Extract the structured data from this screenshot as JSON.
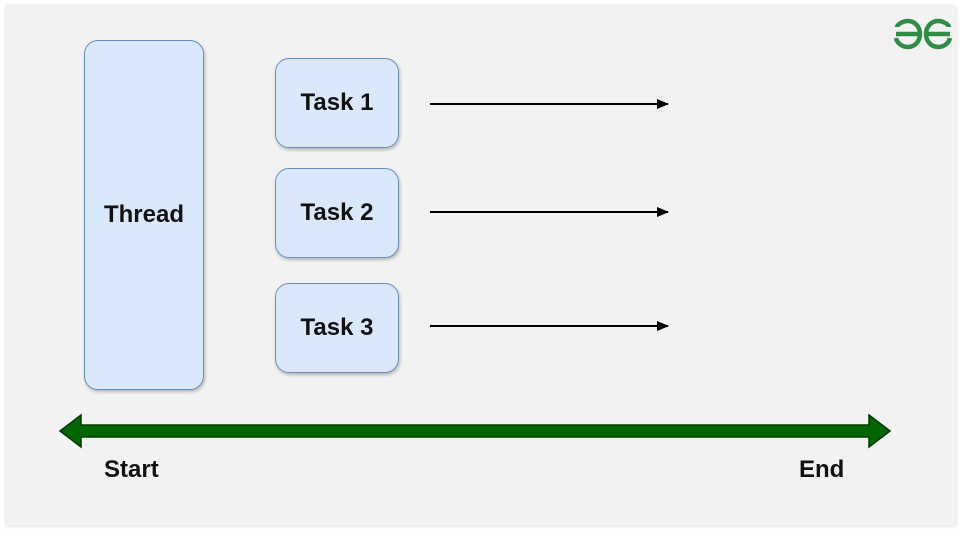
{
  "diagram": {
    "thread_label": "Thread",
    "tasks": [
      {
        "label": "Task 1"
      },
      {
        "label": "Task 2"
      },
      {
        "label": "Task 3"
      }
    ],
    "timeline": {
      "start_label": "Start",
      "end_label": "End"
    }
  },
  "logo": {
    "name": "gfg-logo-icon",
    "color": "#2f8d46"
  },
  "colors": {
    "background": "#f2f2f2",
    "box_fill": "#dae8fc",
    "box_border": "#6c8ebf",
    "timeline_fill": "#006600",
    "arrow_color": "#000000"
  }
}
